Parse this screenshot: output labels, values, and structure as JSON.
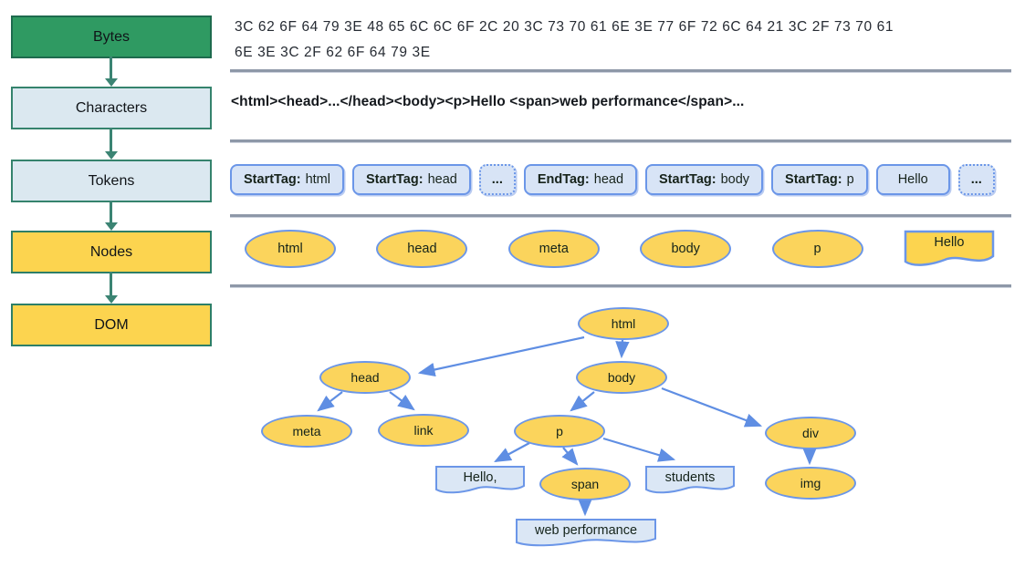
{
  "pipeline": {
    "stages": [
      {
        "label": "Bytes"
      },
      {
        "label": "Characters"
      },
      {
        "label": "Tokens"
      },
      {
        "label": "Nodes"
      },
      {
        "label": "DOM"
      }
    ]
  },
  "bytes_row": {
    "line1": "3C 62 6F 64 79 3E 48 65 6C 6C 6F 2C 20 3C 73 70 61 6E 3E 77 6F 72 6C 64 21 3C 2F 73 70 61",
    "line2": "6E 3E 3C 2F 62 6F 64 79 3E"
  },
  "characters_row": {
    "text": "<html><head>...</head><body><p>Hello <span>web performance</span>..."
  },
  "tokens_row": {
    "items": [
      {
        "label": "StartTag:",
        "value": "html"
      },
      {
        "label": "StartTag:",
        "value": "head"
      },
      {
        "ellipsis": "..."
      },
      {
        "label": "EndTag:",
        "value": "head"
      },
      {
        "label": "StartTag:",
        "value": "body"
      },
      {
        "label": "StartTag:",
        "value": "p"
      },
      {
        "text": "Hello"
      },
      {
        "ellipsis": "..."
      }
    ]
  },
  "nodes_row": {
    "ellipses": [
      "html",
      "head",
      "meta",
      "body",
      "p"
    ],
    "text_node": "Hello"
  },
  "dom_tree": {
    "html": "html",
    "head": "head",
    "body": "body",
    "meta": "meta",
    "link": "link",
    "p": "p",
    "div": "div",
    "img": "img",
    "hello": "Hello,",
    "span": "span",
    "students": "students",
    "webperf": "web performance",
    "edges": [
      "html->head",
      "html->body",
      "head->meta",
      "head->link",
      "body->p",
      "body->div",
      "p->Hello,",
      "p->span",
      "p->students",
      "span->web performance",
      "div->img"
    ]
  },
  "colors": {
    "stage_green": "#2f9a62",
    "stage_blue": "#dbe8f0",
    "stage_yellow": "#fcd44f",
    "stage_border_green": "#2d7f68",
    "flow_arrow": "#3b8473",
    "token_fill": "#d8e4f6",
    "token_border": "#6b96e8",
    "node_fill": "#fbd45c",
    "tree_arrow": "#5f8ee3",
    "text_node_fill": "#dbe7f5",
    "divider": "#8e98a8"
  }
}
